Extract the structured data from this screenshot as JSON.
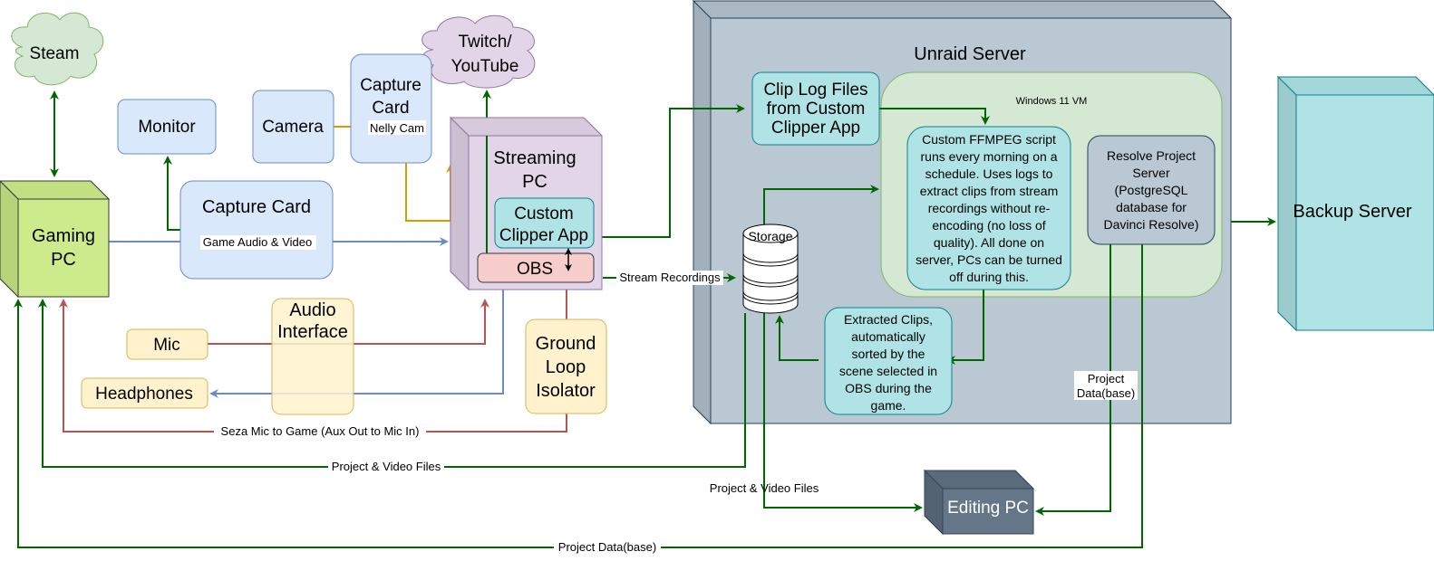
{
  "nodes": {
    "steam": "Steam",
    "twitch": [
      "Twitch/",
      "YouTube"
    ],
    "monitor": "Monitor",
    "camera": "Camera",
    "capture_card_cam": [
      "Capture",
      "Card"
    ],
    "capture_card_cam_label": "Nelly Cam",
    "capture_card_game": "Capture Card",
    "capture_card_game_label": "Game Audio & Video",
    "gaming_pc": [
      "Gaming",
      "PC"
    ],
    "streaming_pc": [
      "Streaming",
      "PC"
    ],
    "clipper_app": [
      "Custom",
      "Clipper App"
    ],
    "obs": "OBS",
    "mic": "Mic",
    "headphones": "Headphones",
    "audio_interface": [
      "Audio",
      "Interface"
    ],
    "ground_loop": [
      "Ground",
      "Loop",
      "Isolator"
    ],
    "unraid_title": "Unraid Server",
    "clip_log": [
      "Clip Log Files",
      "from Custom",
      "Clipper App"
    ],
    "vm_title": "Windows 11 VM",
    "ffmpeg": [
      "Custom FFMPEG script",
      "runs every morning on a",
      "schedule. Uses logs to",
      "extract clips from stream",
      "recordings without re-",
      "encoding (no loss of",
      "quality). All done on",
      "server, PCs can be turned",
      "off during this."
    ],
    "resolve": [
      "Resolve Project",
      "Server",
      "(PostgreSQL",
      "database for",
      "Davinci Resolve)"
    ],
    "storage": "Storage",
    "extracted": [
      "Extracted Clips,",
      "automatically",
      "sorted by the",
      "scene selected in",
      "OBS during the",
      "game."
    ],
    "backup": "Backup Server",
    "editing_pc": "Editing PC"
  },
  "edges": {
    "stream_recordings": "Stream Recordings",
    "seza_mic": "Seza Mic to Game (Aux Out to Mic In)",
    "project_video_files_gaming": "Project & Video Files",
    "project_video_files_editing": "Project & Video Files",
    "project_data_base_bottom": "Project Data(base)",
    "project_data_base_editing": [
      "Project",
      "Data(base)"
    ]
  },
  "colors": {
    "line_green": "#006600",
    "line_blue": "#6c8ebf",
    "line_red": "#b85450",
    "line_orange": "#d79b00",
    "blue_fill": "#dae8fc",
    "yellow_fill": "#fff2cc",
    "green_fill": "#d5e8d4",
    "purple_fill": "#e1d5e7",
    "teal_fill": "#b0e3e6",
    "pink_fill": "#f8cecc",
    "server_fill": "#bac8d3",
    "gaming_fill": "#cdeb8b",
    "editing_fill": "#647687"
  }
}
